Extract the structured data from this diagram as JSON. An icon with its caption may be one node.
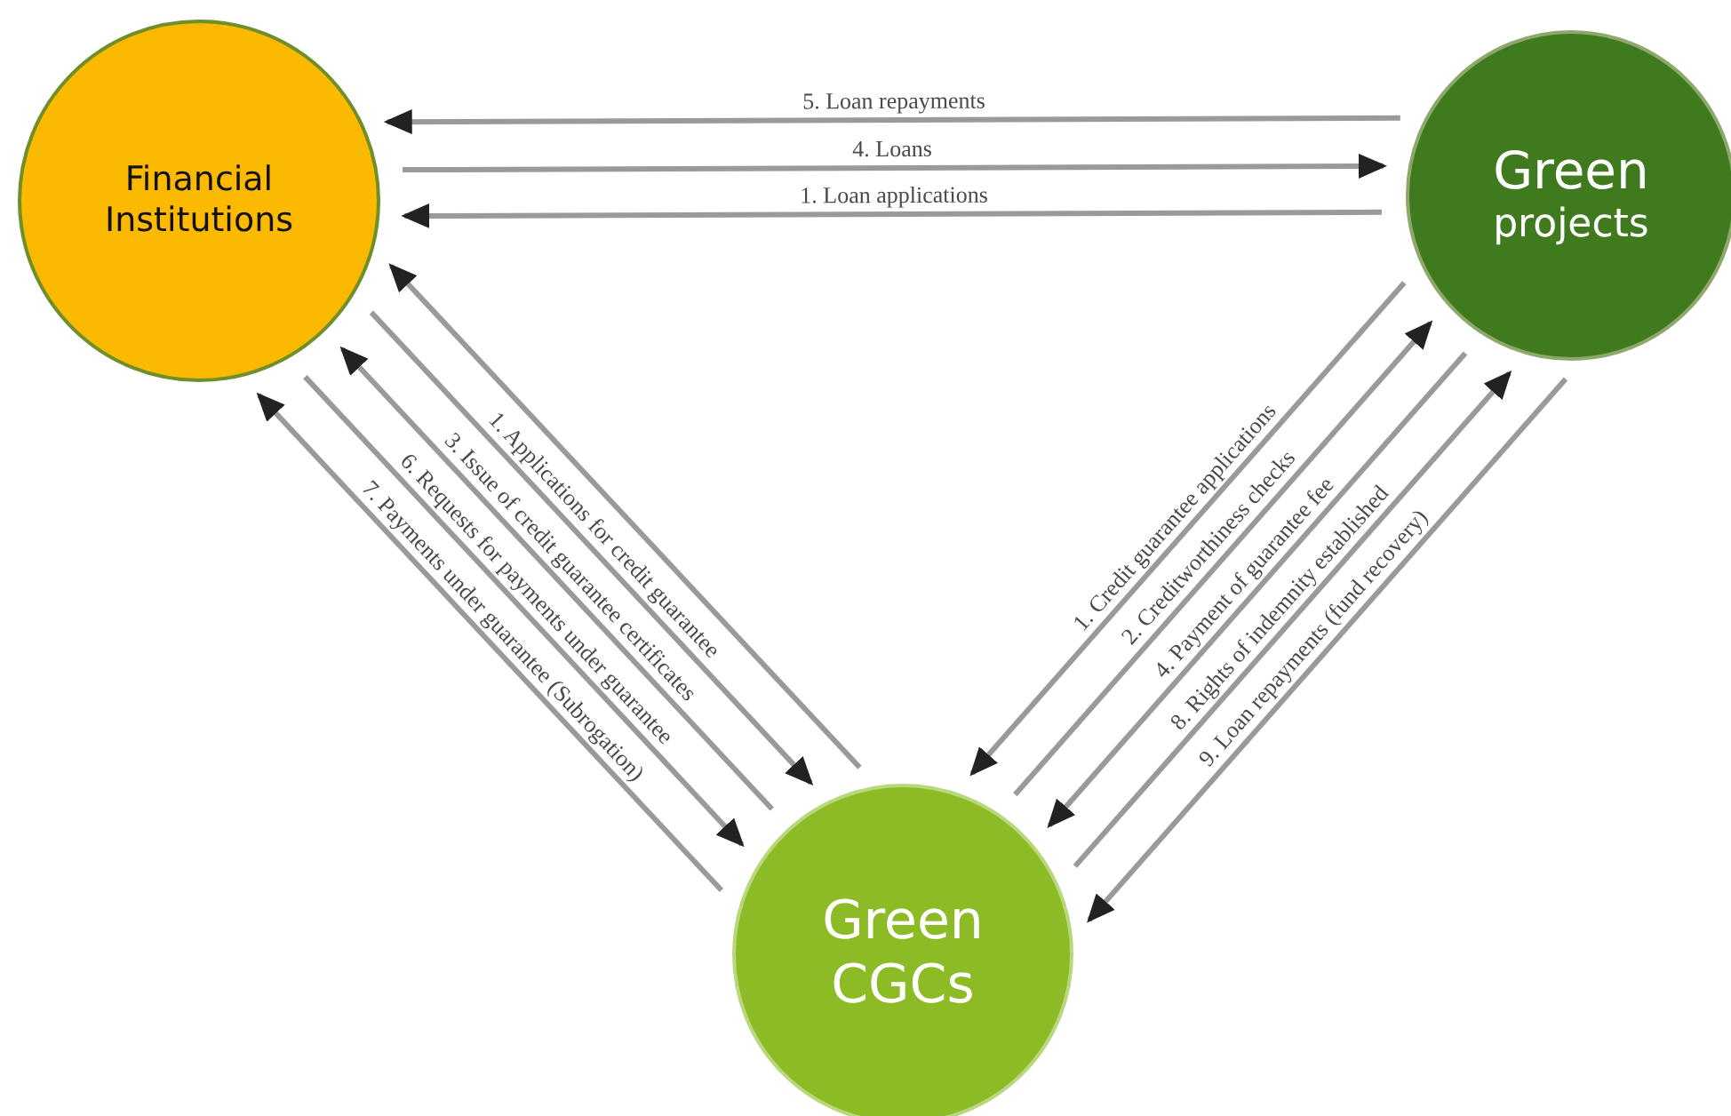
{
  "diagram": {
    "nodes": [
      {
        "text": [
          "Financial Institutions"
        ]
      },
      {
        "text": [
          "Green",
          "projects"
        ]
      },
      {
        "text": [
          "Green CGCs"
        ]
      }
    ],
    "edges": [
      {
        "from": 1,
        "to": 0,
        "arrow": "to",
        "label": "5. Loan repayments"
      },
      {
        "from": 0,
        "to": 1,
        "arrow": "to",
        "label": "4. Loans"
      },
      {
        "from": 1,
        "to": 0,
        "arrow": "to",
        "label": "1. Loan applications"
      },
      {
        "from": 2,
        "to": 0,
        "arrow": "to"
      },
      {
        "from": 0,
        "to": 2,
        "arrow": "to",
        "label": "1. Applications for credit guarantee"
      },
      {
        "from": 2,
        "to": 0,
        "arrow": "to",
        "label": "3. Issue of credit guarantee certificates"
      },
      {
        "from": 0,
        "to": 2,
        "arrow": "to",
        "label": "6. Requests for payments under guarantee"
      },
      {
        "from": 2,
        "to": 0,
        "arrow": "to",
        "label": "7. Payments under guarantee (Subrogation)"
      },
      {
        "from": 1,
        "to": 2,
        "arrow": "to",
        "label": "1. Credit guarantee applications"
      },
      {
        "from": 2,
        "to": 1,
        "arrow": "to",
        "label": "2. Creditworthiness checks"
      },
      {
        "from": 1,
        "to": 2,
        "arrow": "to",
        "label": "4. Payment of guarantee fee"
      },
      {
        "from": 2,
        "to": 1,
        "arrow": "to",
        "label": "8. Rights of indemnity established"
      },
      {
        "from": 1,
        "to": 2,
        "arrow": "to",
        "label": "9. Loan repayments (fund recovery)"
      }
    ]
  }
}
